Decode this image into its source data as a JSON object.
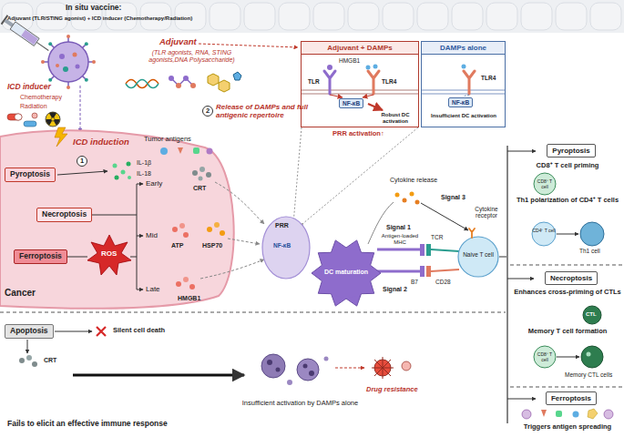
{
  "diagram": {
    "title": "In situ vaccine:",
    "nodes": [
      {
        "text": [
          "Adjuvant + DAMPs"
        ]
      },
      {
        "text": [
          "NF-κB"
        ],
        "in": 0
      },
      {
        "text": [
          "DAMPs alone"
        ]
      },
      {
        "text": [
          "NF-κB"
        ],
        "in": 2
      },
      {
        "text": [
          "Pyroptosis"
        ]
      },
      {
        "text": [
          "Necroptosis"
        ]
      },
      {
        "text": [
          "Ferroptosis"
        ]
      },
      {
        "text": [
          "Pyroptosis"
        ]
      },
      {
        "text": [
          "Necroptosis"
        ]
      },
      {
        "text": [
          "Ferroptosis"
        ]
      },
      {
        "text": [
          "Apoptosis"
        ]
      }
    ],
    "labels": [
      "Adjuvant (TLR/STING agonist) + ICD inducer (Chemotherapy/Radiation)",
      "Adjuvant",
      "(TLR agonists, RNA, STING agonists,DNA Polysaccharide)",
      "ICD inducer",
      "Chemotherapy",
      "Radiation",
      "2",
      "Release of DAMPs and full antigenic repertoire",
      "Tumor antigens",
      "ICD induction",
      "1",
      "IL-1β",
      "IL-18",
      "Early",
      "CRT",
      "Mid",
      "ATP",
      "HSP70",
      "Late",
      "HMGB1",
      "ROS",
      "Cancer",
      "HMGB1",
      "TLR",
      "TLR4",
      "Robust DC activation",
      "TLR4",
      "Insufficient DC activation",
      "PRR activation↑",
      "PRR",
      "NF-κB",
      "DC maturation",
      "Cytokine release",
      "Signal 3",
      "Cytokine receptor",
      "Signal 1",
      "Antigen-loaded MHC",
      "TCR",
      "Naive T cell",
      "B7",
      "CD28",
      "Signal 2",
      "CD8⁺ T cell priming",
      "CD8⁺ T cell",
      "Th1 polarization of CD4⁺ T cells",
      "CD4⁺ T cell",
      "Th1 cell",
      "Enhances cross-priming of CTLs",
      "CTL",
      "Memory T cell formation",
      "CD8⁺ T cell",
      "Memory CTL cells",
      "Triggers antigen spreading",
      "Silent cell death",
      "CRT",
      "Fails to elicit an effective immune response",
      "Insufficient activation by DAMPs alone",
      "Drug resistance"
    ]
  }
}
